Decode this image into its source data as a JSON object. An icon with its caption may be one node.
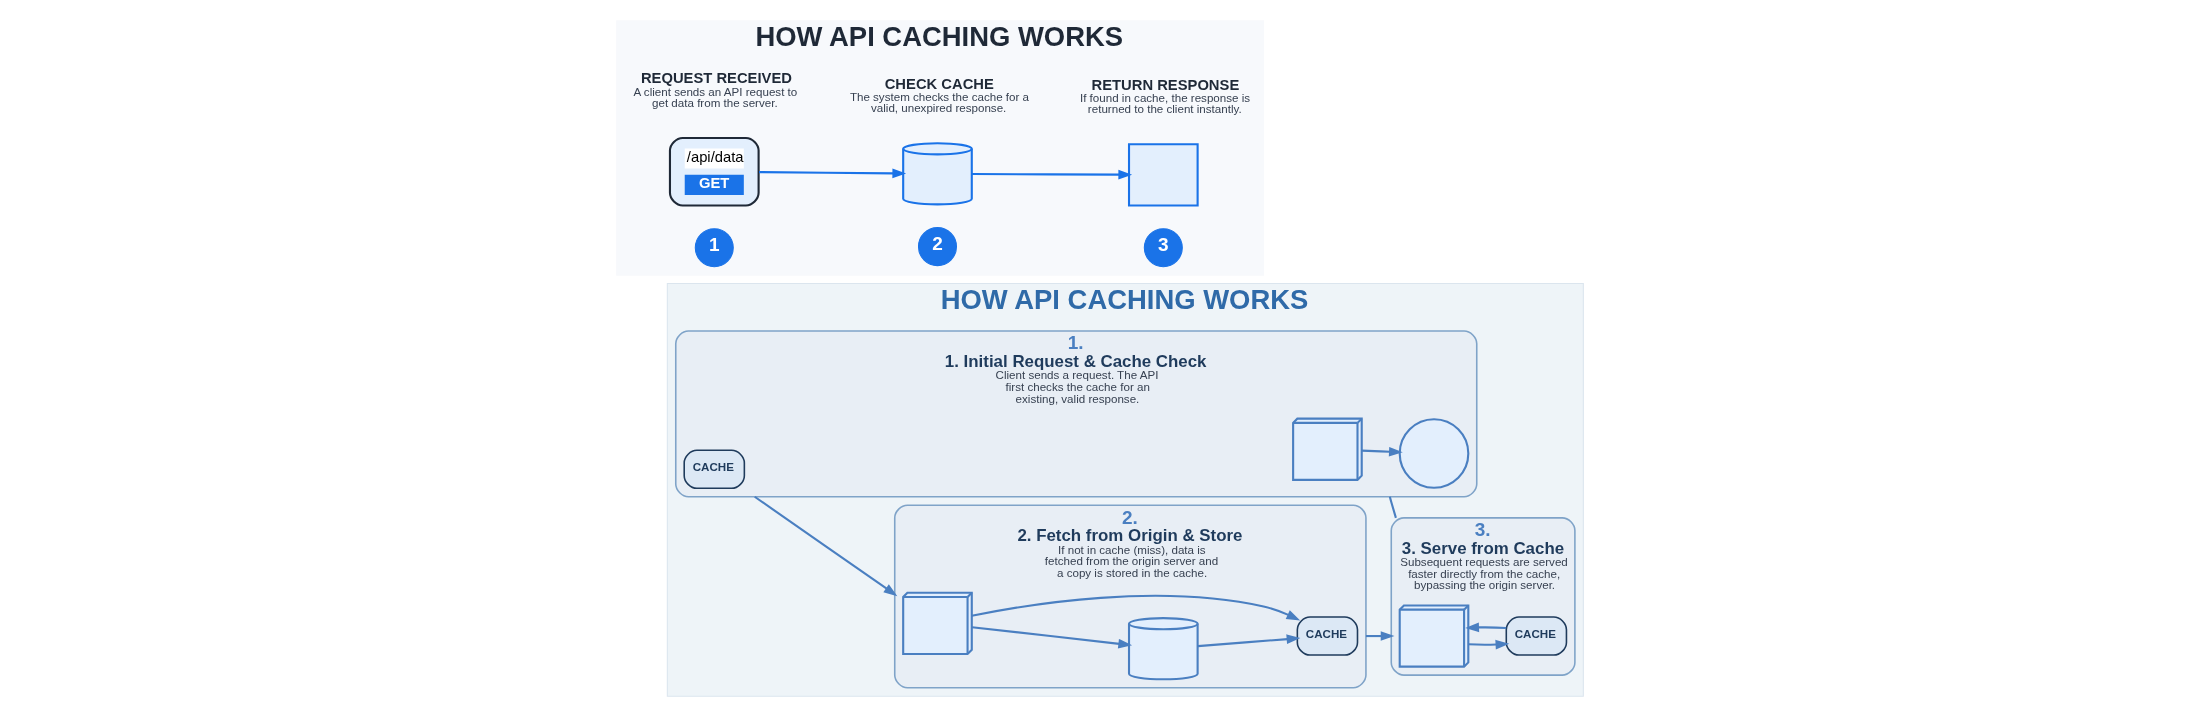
{
  "diagram": {
    "nodes": [
      {
        "text": [
          "HOW API CACHING WORKS"
        ]
      },
      {
        "text": [
          "1"
        ],
        "in": 0
      },
      {
        "text": [
          "/api/data",
          "GET"
        ],
        "in": 0,
        "beside": [
          "REQUEST RECEIVED",
          "A client sends an API request to get data from the server."
        ]
      },
      {
        "text": [
          "2"
        ],
        "in": 0
      },
      {
        "text": [],
        "shape": "cylinder",
        "in": 0,
        "beside": [
          "CHECK CACHE",
          "The system checks the cache for a valid, unexpired response."
        ]
      },
      {
        "text": [
          "3"
        ],
        "in": 0
      },
      {
        "text": [],
        "shape": "window",
        "in": 0,
        "beside": [
          "RETURN RESPONSE",
          "If found in cache, the response is returned to the client instantly."
        ]
      },
      {
        "text": [
          "HOW API CACHING WORKS"
        ]
      },
      {
        "text": [
          "1.",
          "1. Initial Request & Cache Check",
          "Client sends a request. The API first checks the cache for an existing, valid response."
        ],
        "in": 7
      },
      {
        "text": [],
        "shape": "laptop",
        "in": 8
      },
      {
        "text": [],
        "shape": "magnifier",
        "in": 8
      },
      {
        "text": [
          "CACHE"
        ],
        "in": 8
      },
      {
        "text": [
          "2.",
          "2. Fetch from Origin & Store",
          "If not in cache (miss), data is fetched from the origin server and a copy is stored in the cache."
        ],
        "in": 7
      },
      {
        "text": [],
        "shape": "server",
        "in": 12
      },
      {
        "text": [],
        "shape": "cylinder",
        "in": 12
      },
      {
        "text": [
          "CACHE"
        ],
        "in": 12
      },
      {
        "text": [
          "3.",
          "3. Serve from Cache",
          "Subsequent requests are served faster directly from the cache, bypassing the origin server."
        ],
        "in": 7
      },
      {
        "text": [],
        "shape": "laptop",
        "in": 16
      },
      {
        "text": [
          "CACHE"
        ],
        "in": 16
      }
    ],
    "edges": [
      {
        "from": 2,
        "to": 4,
        "arrow": "to"
      },
      {
        "from": 4,
        "to": 6,
        "arrow": "to"
      },
      {
        "from": 9,
        "to": 10,
        "arrow": "to"
      },
      {
        "from": 13,
        "to": 14,
        "arrow": "to"
      },
      {
        "from": 14,
        "to": 15,
        "arrow": "to"
      },
      {
        "from": 13,
        "to": 15,
        "arrow": "to"
      },
      {
        "from": 17,
        "to": 18,
        "arrow": "to"
      },
      {
        "from": 18,
        "to": 17,
        "arrow": "to"
      },
      {
        "from": 8,
        "to": 12,
        "arrow": "to"
      },
      {
        "from": 12,
        "to": 16,
        "arrow": "to"
      },
      {
        "from": 8,
        "to": 16,
        "arrow": "none"
      }
    ]
  }
}
